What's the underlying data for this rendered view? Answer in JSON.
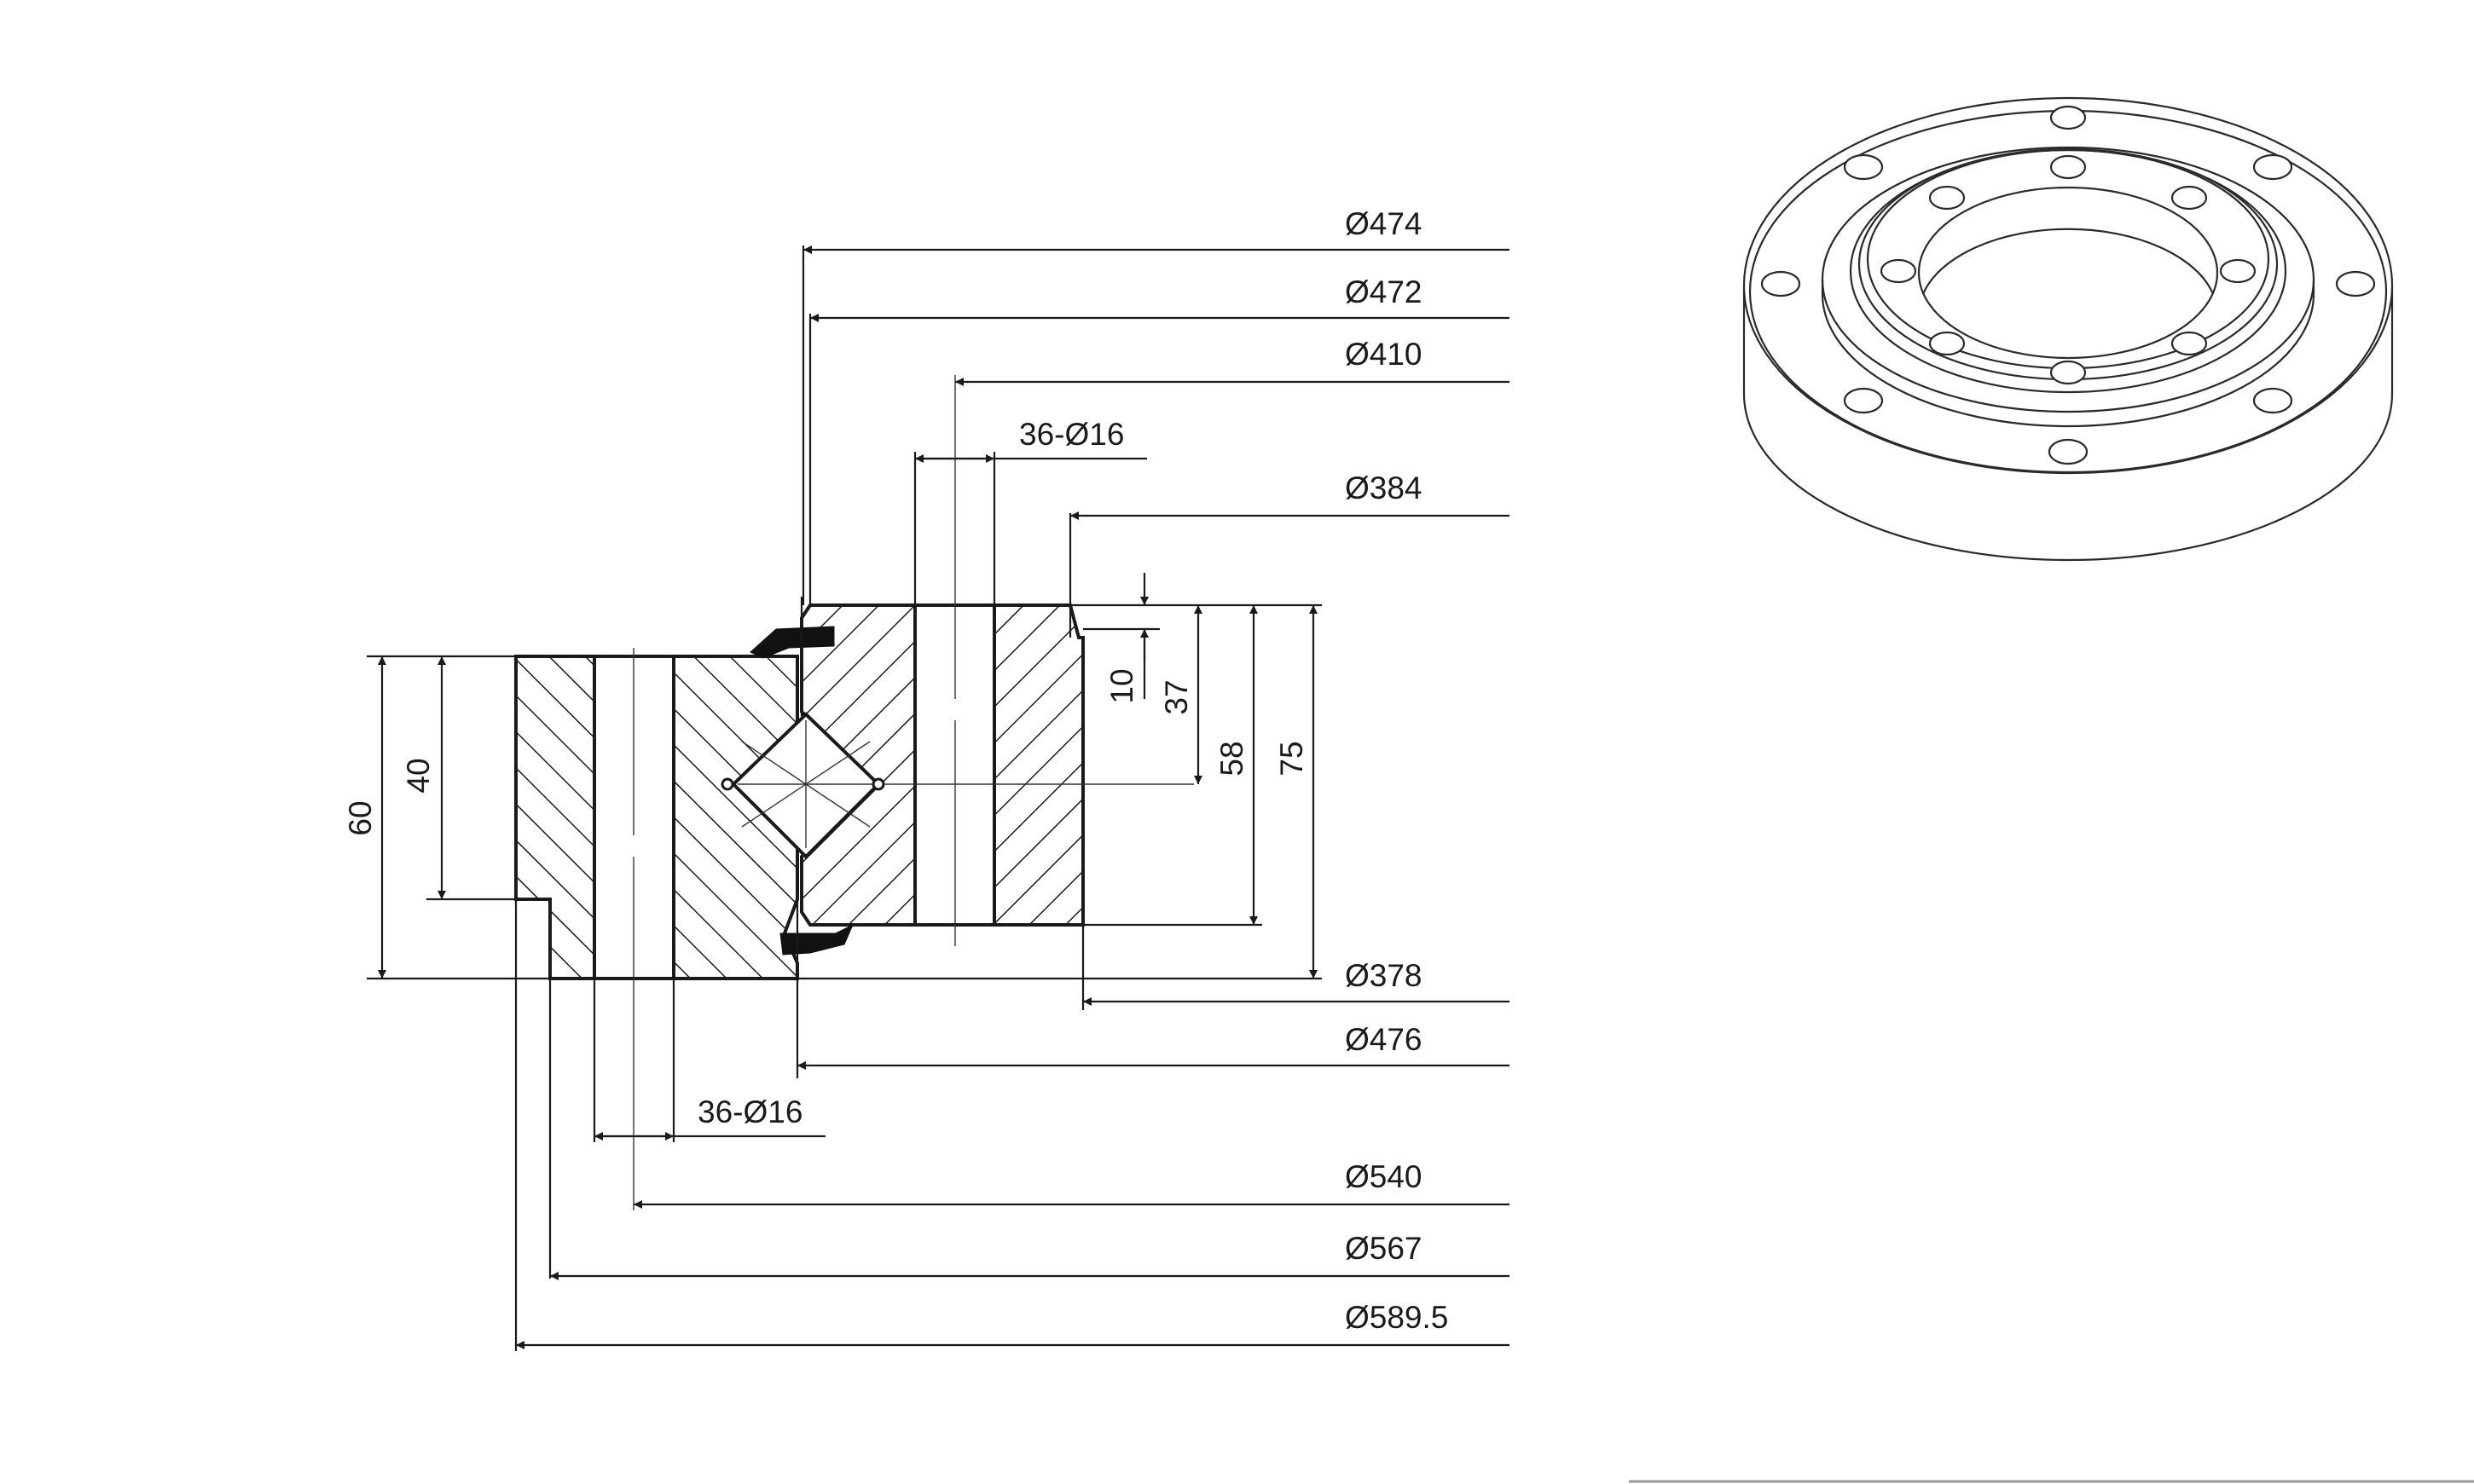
{
  "drawing": {
    "top_dimensions": {
      "d474": "Ø474",
      "d472": "Ø472",
      "d410": "Ø410",
      "holes_outer": "36-Ø16",
      "d384": "Ø384"
    },
    "bottom_dimensions": {
      "d378": "Ø378",
      "d476": "Ø476",
      "holes_inner": "36-Ø16",
      "d540": "Ø540",
      "d567": "Ø567",
      "d589": "Ø589.5"
    },
    "height_dimensions": {
      "h60": "60",
      "h40": "40",
      "h10": "10",
      "h37": "37",
      "h58": "58",
      "h75": "75"
    },
    "icons": {
      "section": "cross-section-icon",
      "isometric": "bearing-isometric-icon"
    },
    "colors": {
      "line": "#1a1a1a",
      "background": "#ffffff"
    }
  }
}
